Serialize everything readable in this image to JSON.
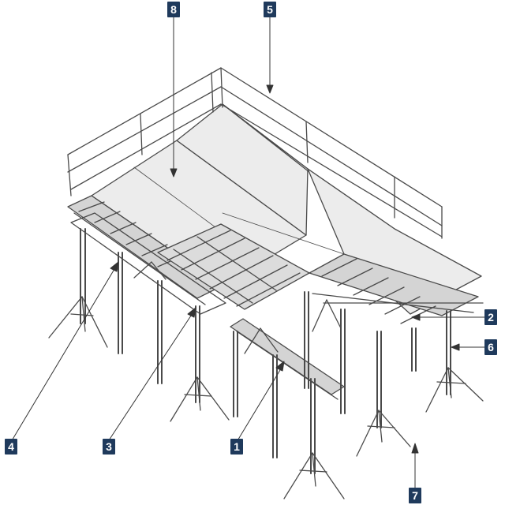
{
  "diagram": {
    "labels": {
      "slab_panel": "8",
      "guardrail": "5",
      "beam": "2",
      "prop": "6",
      "tripod_left": "4",
      "head_fork": "3",
      "main_beam": "1",
      "tripod_right": "7"
    },
    "colors": {
      "label_bg": "#1f3a5c",
      "label_text": "#ffffff",
      "line": "#4a4a4a",
      "panel_fill": "#ececec",
      "beam_fill": "#d4d4d4"
    }
  }
}
